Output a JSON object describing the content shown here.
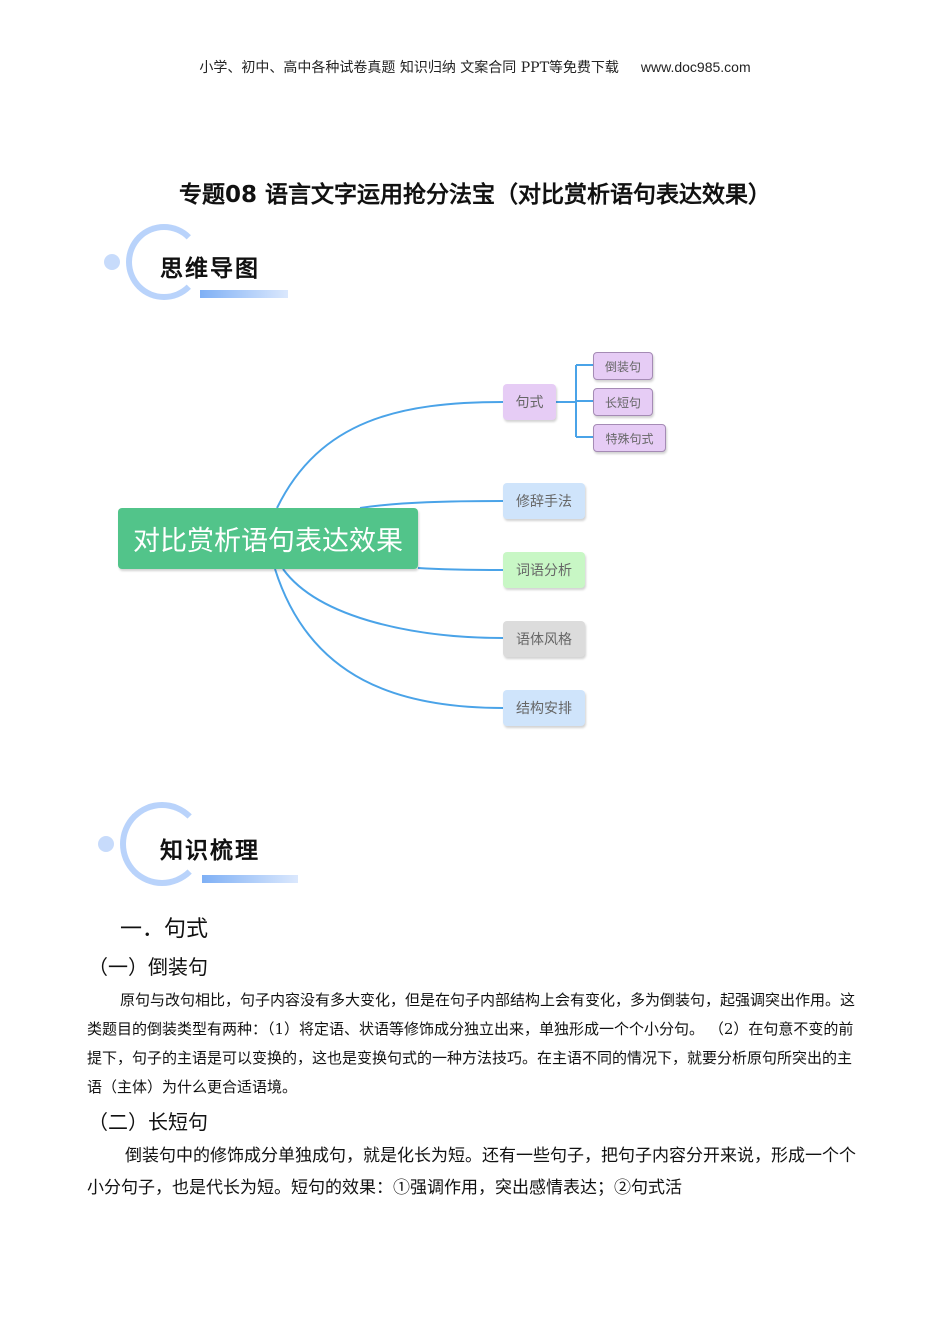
{
  "header": {
    "text": "小学、初中、高中各种试卷真题  知识归纳  文案合同  PPT等免费下载",
    "url": "www.doc985.com"
  },
  "title": "专题08  语言文字运用抢分法宝（对比赏析语句表达效果）",
  "sections": {
    "mindmap": "思维导图",
    "knowledge": "知识梳理"
  },
  "mindmap": {
    "root": "对比赏析语句表达效果",
    "branches": [
      "句式",
      "修辞手法",
      "词语分析",
      "语体风格",
      "结构安排"
    ],
    "sub": [
      "倒装句",
      "长短句",
      "特殊句式"
    ],
    "colors": {
      "root": "#52c48a",
      "purple": "#e6ccf5",
      "blue": "#cfe4fb",
      "green": "#c8f7c5",
      "gray": "#dcdcdc",
      "line": "#4aa3e8"
    }
  },
  "content": {
    "h1": "一．句式",
    "h2a": "（一）倒装句",
    "p1": "原句与改句相比，句子内容没有多大变化，但是在句子内部结构上会有变化，多为倒装句，起强调突出作用。这类题目的倒装类型有两种：（1）将定语、状语等修饰成分独立出来，单独形成一个个小分句。 （2）在句意不变的前提下，句子的主语是可以变换的，这也是变换句式的一种方法技巧。在主语不同的情况下，就要分析原句所突出的主语（主体）为什么更合适语境。",
    "h2b": "（二）长短句",
    "p2": "倒装句中的修饰成分单独成句，就是化长为短。还有一些句子，把句子内容分开来说，形成一个个小分句子，也是代长为短。短句的效果：①强调作用，突出感情表达；②句式活"
  }
}
